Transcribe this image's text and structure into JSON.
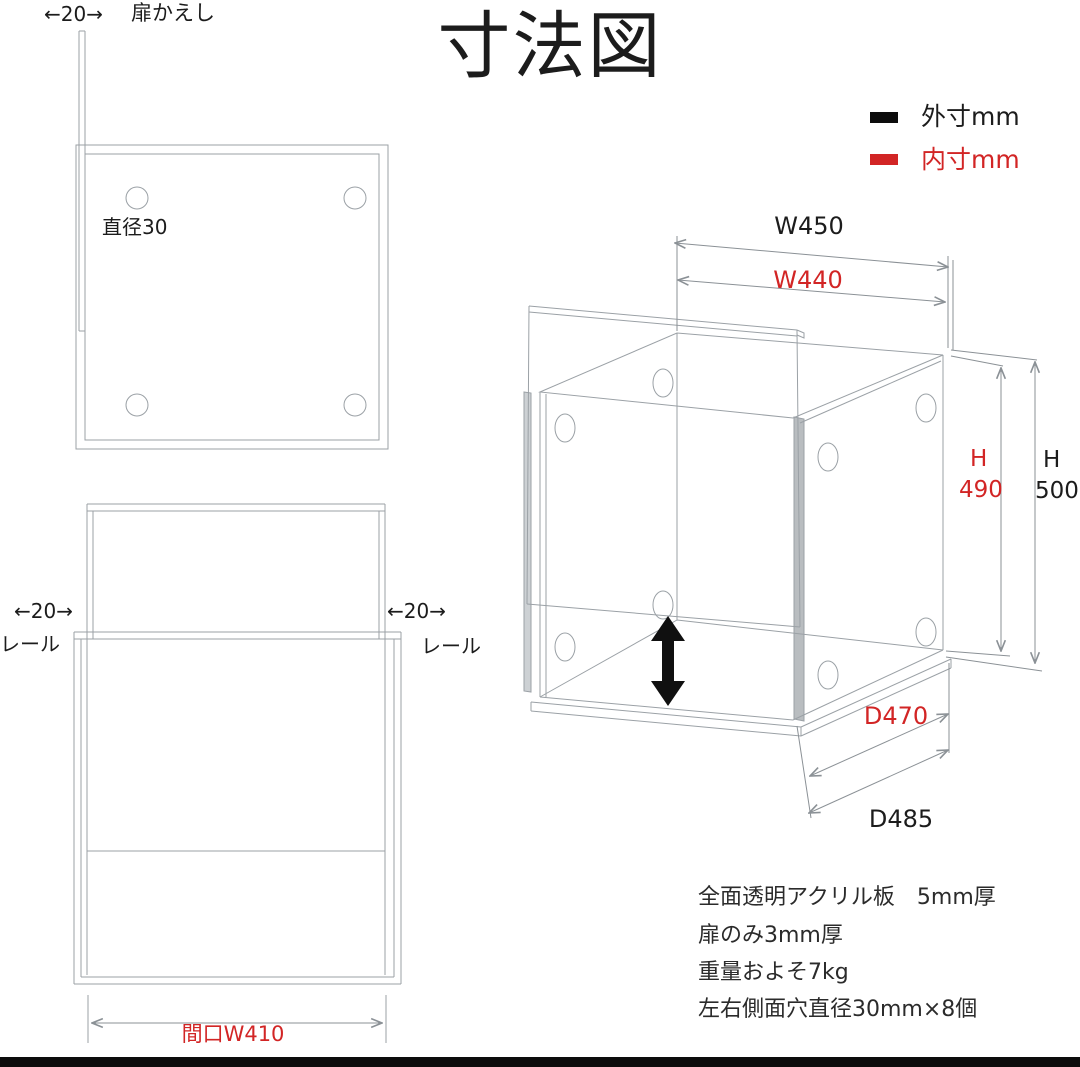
{
  "title": "寸法図",
  "legend": {
    "outer_label": "外寸mm",
    "inner_label": "内寸mm",
    "outer_color": "#0c0c0c",
    "inner_color": "#d22525"
  },
  "side_view": {
    "return_dim": "←20→",
    "return_label": "扉かえし",
    "hole_label": "直径30"
  },
  "front_view": {
    "rail_dim": "←20→",
    "rail_label": "レール",
    "opening_width": "間口W410"
  },
  "iso_view": {
    "outer_width": "W450",
    "inner_width": "W440",
    "inner_height_letter": "H",
    "inner_height_value": "490",
    "outer_height_letter": "H",
    "outer_height_value": "500",
    "inner_depth": "D470",
    "outer_depth": "D485"
  },
  "notes": {
    "line1": "全面透明アクリル板　5mm厚",
    "line2": "扉のみ3mm厚",
    "line3": "重量およそ7kg",
    "line4": "左右側面穴直径30mm×8個"
  }
}
